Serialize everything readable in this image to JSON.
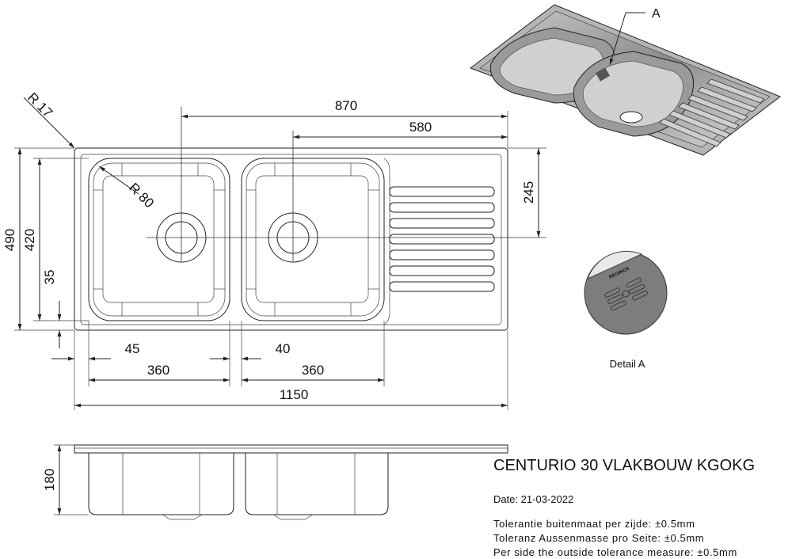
{
  "product": {
    "title": "CENTURIO 30 VLAKBOUW KGOKG",
    "date": "Date: 21-03-2022",
    "tolerances": [
      "Tolerantie buitenmaat per zijde: ±0.5mm",
      "Toleranz Aussenmasse pro Seite: ±0.5mm",
      "Per side the outside tolerance measure: ±0.5mm"
    ]
  },
  "dimensions": {
    "d870": "870",
    "d580": "580",
    "d245": "245",
    "d490": "490",
    "d420": "420",
    "d35": "35",
    "d45": "45",
    "d40": "40",
    "d360a": "360",
    "d360b": "360",
    "d1150": "1150",
    "d180": "180",
    "r17": "R 17",
    "r80": "R 80"
  },
  "detail": {
    "marker": "A",
    "label": "Detail A",
    "logo": "REGINOX"
  },
  "colors": {
    "line": "#222222",
    "metal": "#8a8a8a",
    "detail_fill": "#7d7d7d"
  }
}
